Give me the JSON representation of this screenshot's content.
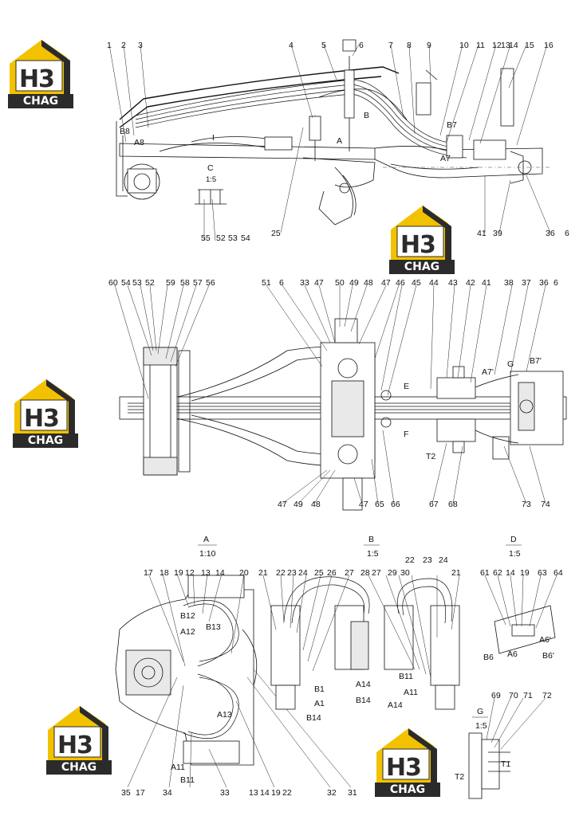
{
  "brand": {
    "logo_text": "CHAG",
    "logo_mark": "H3",
    "colors": {
      "yellow": "#f2c200",
      "dark": "#2b2b2b",
      "text": "#111111"
    }
  },
  "views": {
    "top": {
      "labels": [
        "1",
        "2",
        "3",
        "4",
        "5",
        "6",
        "7",
        "8",
        "9",
        "10",
        "11",
        "12",
        "13",
        "14",
        "15",
        "16",
        "B8",
        "A8",
        "I",
        "A",
        "B",
        "B7",
        "A7",
        "C",
        "1:5",
        "55",
        "52",
        "53",
        "54",
        "25",
        "41",
        "39",
        "36",
        "6"
      ]
    },
    "plan": {
      "labels": [
        "60",
        "54",
        "53",
        "52",
        "59",
        "58",
        "57",
        "56",
        "51",
        "6",
        "33",
        "47",
        "50",
        "49",
        "48",
        "47",
        "46",
        "45",
        "44",
        "43",
        "42",
        "41",
        "38",
        "37",
        "36",
        "6",
        "E",
        "F",
        "G",
        "B7'",
        "A7'",
        "T2",
        "47",
        "49",
        "48",
        "47",
        "65",
        "66",
        "67",
        "68",
        "73",
        "74"
      ]
    },
    "detail_a": {
      "title": "A",
      "scale": "1:10",
      "labels": [
        "17",
        "18",
        "19",
        "12",
        "13",
        "14",
        "20",
        "B12",
        "A12",
        "B13",
        "A13",
        "A11",
        "B11",
        "35",
        "17",
        "34",
        "33",
        "13",
        "14",
        "19",
        "22",
        "32",
        "31"
      ]
    },
    "detail_b": {
      "title": "B",
      "scale": "1:5",
      "labels": [
        "21",
        "22",
        "23",
        "24",
        "25",
        "26",
        "27",
        "28",
        "27",
        "29",
        "30",
        "22",
        "23",
        "24",
        "21",
        "B1",
        "A1",
        "B14",
        "A14",
        "B14",
        "B11",
        "A11",
        "A14"
      ]
    },
    "detail_d": {
      "title": "D",
      "scale": "1:5",
      "labels": [
        "61",
        "62",
        "14",
        "19",
        "63",
        "64",
        "A6'",
        "B6",
        "A6",
        "B6'"
      ]
    },
    "detail_g": {
      "title": "G",
      "scale": "1:5",
      "labels": [
        "69",
        "70",
        "71",
        "72",
        "T1",
        "T2"
      ]
    }
  }
}
